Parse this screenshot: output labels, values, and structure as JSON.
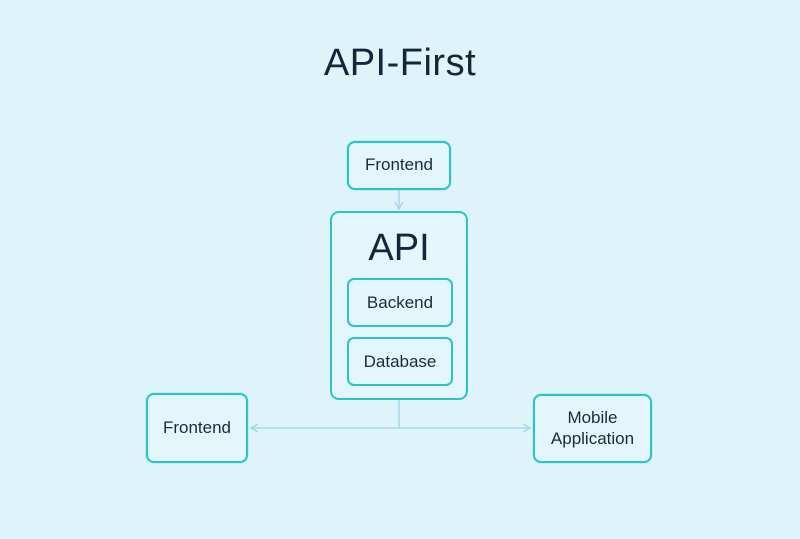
{
  "title": "API-First",
  "nodes": {
    "frontend_top": "Frontend",
    "api": "API",
    "backend": "Backend",
    "database": "Database",
    "frontend_left": "Frontend",
    "mobile_line1": "Mobile",
    "mobile_line2": "Application"
  },
  "colors": {
    "background": "#dff3fb",
    "accent": "#29c4c4",
    "connector": "#a9d8e6",
    "text": "#15263a"
  }
}
